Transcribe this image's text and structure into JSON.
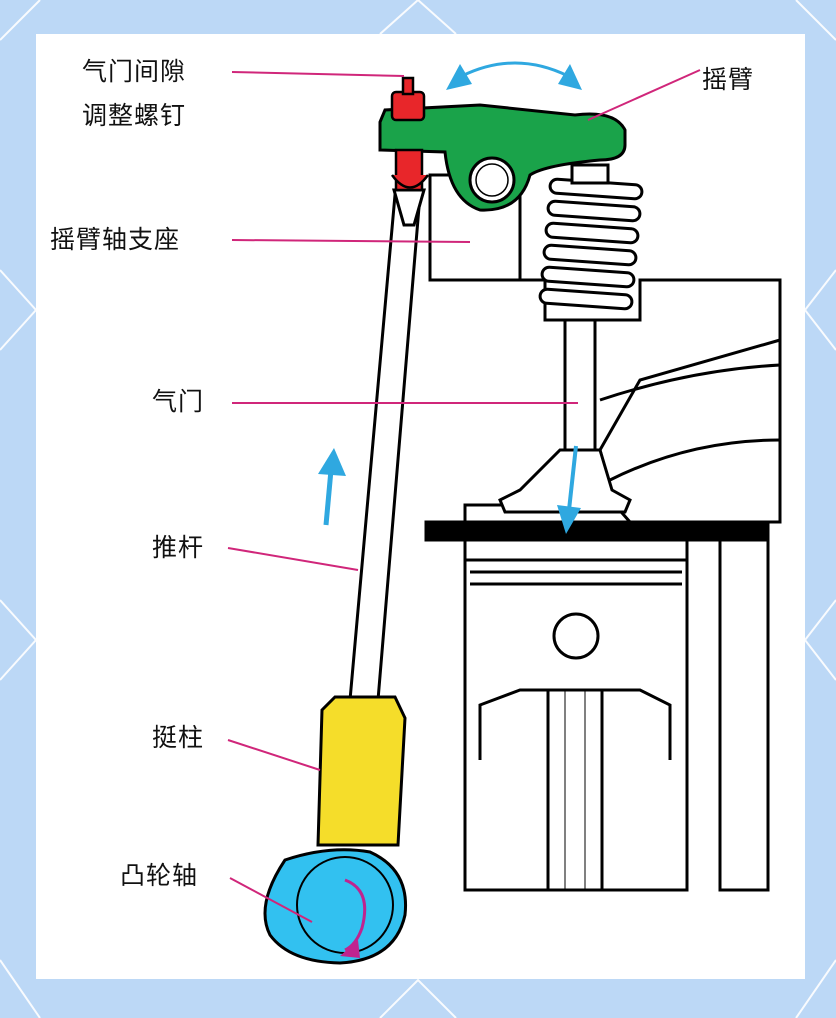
{
  "labels": {
    "clearance_screw_line1": "气门间隙",
    "clearance_screw_line2": "调整螺钉",
    "rocker_arm": "摇臂",
    "rocker_shaft_support": "摇臂轴支座",
    "valve": "气门",
    "push_rod": "推杆",
    "tappet": "挺柱",
    "camshaft": "凸轮轴"
  },
  "colors": {
    "background": "#bcd8f6",
    "rocker_arm": "#1aa34a",
    "adjust_screw": "#e8262a",
    "tappet": "#f5dd2a",
    "camshaft": "#32c1f0",
    "motion_arrow": "#2fa8e0",
    "leader_line": "#d0267a",
    "cam_rotation_arrow": "#c0238f"
  }
}
